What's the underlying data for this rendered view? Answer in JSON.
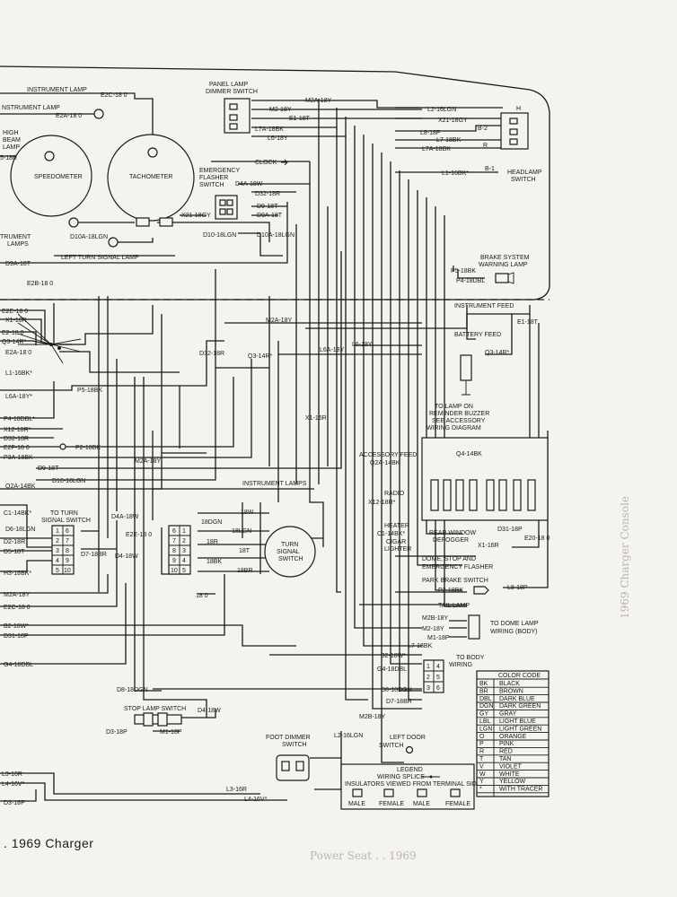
{
  "caption": ". 1969 Charger",
  "ghost_text": {
    "bottom": "Power Seat . . 1969",
    "side": "1969 Charger Console"
  },
  "components": {
    "speedometer": "SPEEDOMETER",
    "tachometer": "TACHOMETER",
    "panel_lamp_switch": [
      "PANEL LAMP",
      "DIMMER SWITCH"
    ],
    "emergency_flasher": [
      "EMERGENCY",
      "FLASHER",
      "SWITCH"
    ],
    "headlamp_switch": [
      "HEADLAMP",
      "SWITCH"
    ],
    "brake_warning": [
      "BRAKE SYSTEM",
      "WARNING LAMP"
    ],
    "turn_signal_switch": [
      "TURN",
      "SIGNAL",
      "SWITCH"
    ],
    "to_turn_signal": [
      "TO TURN",
      "SIGNAL SWITCH"
    ],
    "stop_lamp_switch": "STOP LAMP SWITCH",
    "foot_dimmer": [
      "FOOT DIMMER",
      "SWITCH"
    ],
    "left_door": [
      "LEFT DOOR",
      "SWITCH"
    ],
    "buzzer": [
      "TO LAMP ON",
      "REMINDER BUZZER",
      "SEE ACCESSORY",
      "WIRING DIAGRAM"
    ],
    "to_body_wiring": [
      "TO BODY",
      "WIRING"
    ],
    "dome_lamp": [
      "TO DOME LAMP",
      "WIRING (BODY)"
    ],
    "instrument_feed": "INSTRUMENT FEED",
    "battery_feed": "BATTERY FEED",
    "accessory_feed": "ACCESSORY FEED",
    "instrument_lamps": "INSTRUMENT LAMPS",
    "radio": "RADIO",
    "heater": "HEATER",
    "cigar": [
      "CIGAR",
      "LIGHTER"
    ],
    "rear_window": [
      "REAR WINDOW",
      "DEFOGGER"
    ],
    "dome_stop": [
      "DOME, STOP AND",
      "EMERGENCY FLASHER"
    ],
    "park_brake": "PARK BRAKE SWITCH",
    "tail_lamp": "TAIL LAMP",
    "clock": "CLOCK",
    "high_beam": [
      "HIGH",
      "BEAM",
      "LAMP"
    ],
    "instrument_lamp": "INSTRUMENT LAMP",
    "instrument_lamp2": "NSTRUMENT LAMP",
    "left_turn": "LEFT TURN SIGNAL LAMP",
    "trument_lamps": [
      "TRUMENT",
      "LAMPS"
    ]
  },
  "legend": {
    "title": "LEGEND",
    "line1": "WIRING SPLICE",
    "line2": "INSULATORS VIEWED FROM TERMINAL SIDE",
    "labels": [
      "MALE",
      "FEMALE",
      "MALE",
      "FEMALE"
    ]
  },
  "color_code": {
    "title": "COLOR CODE",
    "rows": [
      [
        "BK",
        "BLACK"
      ],
      [
        "BR",
        "BROWN"
      ],
      [
        "DBL",
        "DARK BLUE"
      ],
      [
        "DGN",
        "DARK GREEN"
      ],
      [
        "GY",
        "GRAY"
      ],
      [
        "LBL",
        "LIGHT BLUE"
      ],
      [
        "LGN",
        "LIGHT GREEN"
      ],
      [
        "O",
        "ORANGE"
      ],
      [
        "P",
        "PINK"
      ],
      [
        "R",
        "RED"
      ],
      [
        "T",
        "TAN"
      ],
      [
        "V",
        "VIOLET"
      ],
      [
        "W",
        "WHITE"
      ],
      [
        "Y",
        "YELLOW"
      ],
      [
        "*",
        "WITH TRACER"
      ]
    ]
  },
  "wire_labels": {
    "left_edge": [
      "E2C-18 0",
      "E2A-18 0",
      "5-18R",
      "D10A-18LGN",
      "D9A-18T",
      "E2B-18 0",
      "E2E-18 0",
      "X1-16R",
      "E2-18 0",
      "Q3-14R*",
      "E2A-18 0",
      "L1-16BK*",
      "L6A-18Y*",
      "P5-18BK",
      "P4-18DBL*",
      "X12-18R*",
      "D32-18R",
      "E2F-18 0",
      "P3A-18BK",
      "D9-18T",
      "D10-18LGN",
      "Q2A-14BK",
      "C1-14BK*",
      "D6-18LGN",
      "D2-18R",
      "D5-18T",
      "H3-18BK*",
      "M2A-18Y",
      "E2C-18 0",
      "B2-18W*",
      "D31-18P",
      "G4-18DBL",
      "L3-16R",
      "L4-16V*",
      "D3-18P"
    ],
    "top": [
      "M2A-18Y",
      "M2-18Y",
      "E1-18T",
      "L7A-18BK",
      "L6-18Y",
      "D4A-18W",
      "D32-18R",
      "D9-18T",
      "D9A-18T",
      "X21-18GY",
      "D10-18LGN",
      "D10A-18LGN"
    ],
    "right": [
      "L2-16LGN",
      "X21-18GY",
      "L8-18P",
      "L7-18BK",
      "L7A-18BK",
      "L1-16BK*",
      "B-2",
      "B-1",
      "H",
      "R",
      "P5-18BK",
      "P4-18DBL",
      "E1-18T",
      "Q3-14R*",
      "Q4-14BK",
      "Q2A-14BK",
      "X12-18R*",
      "C1-14BK*",
      "X1-16R",
      "D31-18P",
      "E20-18 0",
      "P2-18BK",
      "L8-18P",
      "M2B-18Y",
      "M2-18Y",
      "M1-18P",
      "L7-18BK",
      "B2-18W*",
      "G4-18DBL",
      "D8-18DGN",
      "D7-18BR",
      "M2B-18Y",
      "L2-16LGN"
    ],
    "middle": [
      "M2A-18Y",
      "L6A-18Y",
      "L6-18Y",
      "Q3-14R*",
      "D32-18R",
      "X1-16R",
      "M2A-18Y",
      "P2-18BK",
      "D4A-18W",
      "D4-18W",
      "E2E-18 0",
      "D7-18BR",
      "18DGN",
      "18W",
      "18LGN",
      "18R",
      "18T",
      "18BK",
      "18BR",
      "18 0",
      "D8-18DGN",
      "D4-18W",
      "D3-18P",
      "M1-18P",
      "L3-16R",
      "L4-16V*"
    ]
  }
}
